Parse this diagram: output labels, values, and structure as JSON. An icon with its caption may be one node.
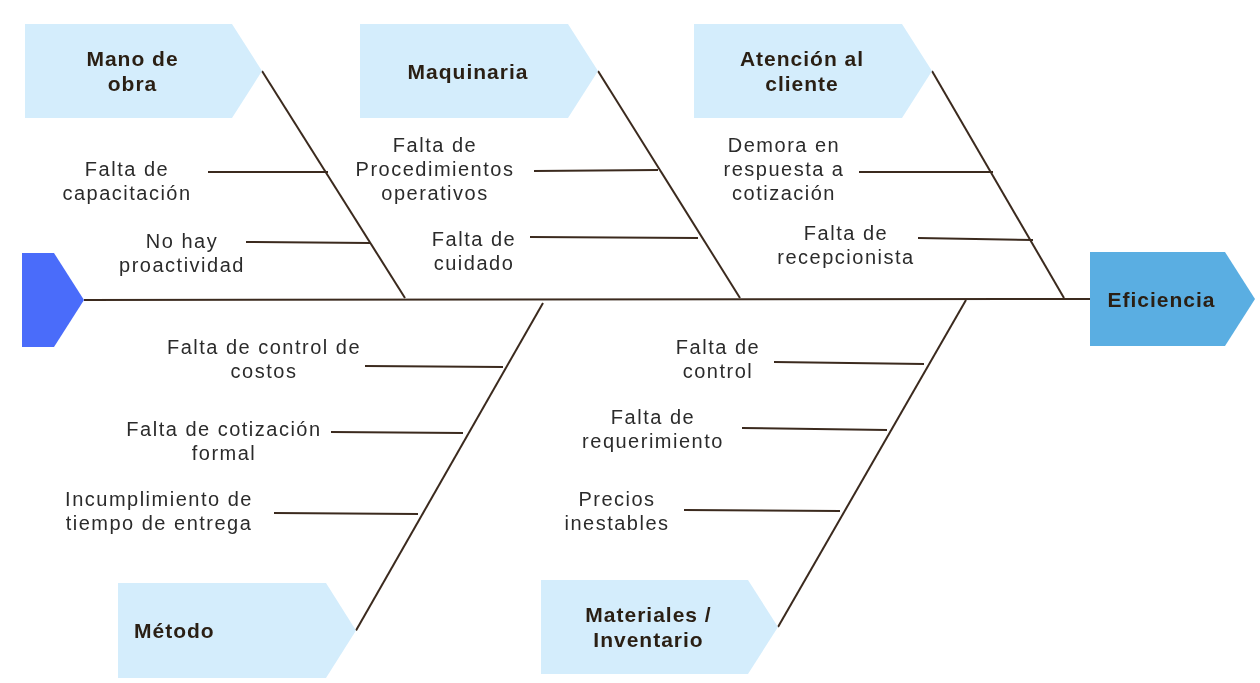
{
  "diagram": {
    "nodes": [
      {
        "text": [
          "Mano de obra"
        ]
      },
      {
        "text": [
          "Maquinaria"
        ]
      },
      {
        "text": [
          "Atención al cliente"
        ]
      },
      {
        "text": [],
        "shape": "pentagon"
      },
      {
        "text": [
          "Eficiencia"
        ]
      },
      {
        "text": [
          "Método"
        ]
      },
      {
        "text": [
          "Materiales / Inventario"
        ]
      },
      {
        "text": [
          "Falta de capacitación"
        ]
      },
      {
        "text": [
          "No hay proactividad"
        ]
      },
      {
        "text": [
          "Falta de Procedimientos operativos"
        ]
      },
      {
        "text": [
          "Falta de cuidado"
        ]
      },
      {
        "text": [
          "Demora en respuesta a cotización"
        ]
      },
      {
        "text": [
          "Falta de recepcionista"
        ]
      },
      {
        "text": [
          "Falta de control de costos"
        ]
      },
      {
        "text": [
          "Falta de cotización formal"
        ]
      },
      {
        "text": [
          "Incumplimiento de tiempo de entrega"
        ]
      },
      {
        "text": [
          "Falta de control"
        ]
      },
      {
        "text": [
          "Falta de requerimiento"
        ]
      },
      {
        "text": [
          "Precios inestables"
        ]
      }
    ],
    "edges": [
      {
        "from": 3,
        "to": 4,
        "arrow": "none"
      },
      {
        "from": 0,
        "to": null,
        "arrow": "none"
      },
      {
        "from": 1,
        "to": null,
        "arrow": "none"
      },
      {
        "from": 2,
        "to": null,
        "arrow": "none"
      },
      {
        "from": 5,
        "to": null,
        "arrow": "none"
      },
      {
        "from": 6,
        "to": null,
        "arrow": "none"
      },
      {
        "from": 7,
        "to": null,
        "arrow": "none"
      },
      {
        "from": 8,
        "to": null,
        "arrow": "none"
      },
      {
        "from": 9,
        "to": null,
        "arrow": "none"
      },
      {
        "from": 10,
        "to": null,
        "arrow": "none"
      },
      {
        "from": 11,
        "to": null,
        "arrow": "none"
      },
      {
        "from": 12,
        "to": null,
        "arrow": "none"
      },
      {
        "from": 13,
        "to": null,
        "arrow": "none"
      },
      {
        "from": 14,
        "to": null,
        "arrow": "none"
      },
      {
        "from": 15,
        "to": null,
        "arrow": "none"
      },
      {
        "from": 16,
        "to": null,
        "arrow": "none"
      },
      {
        "from": 17,
        "to": null,
        "arrow": "none"
      },
      {
        "from": 18,
        "to": null,
        "arrow": "none"
      }
    ]
  }
}
